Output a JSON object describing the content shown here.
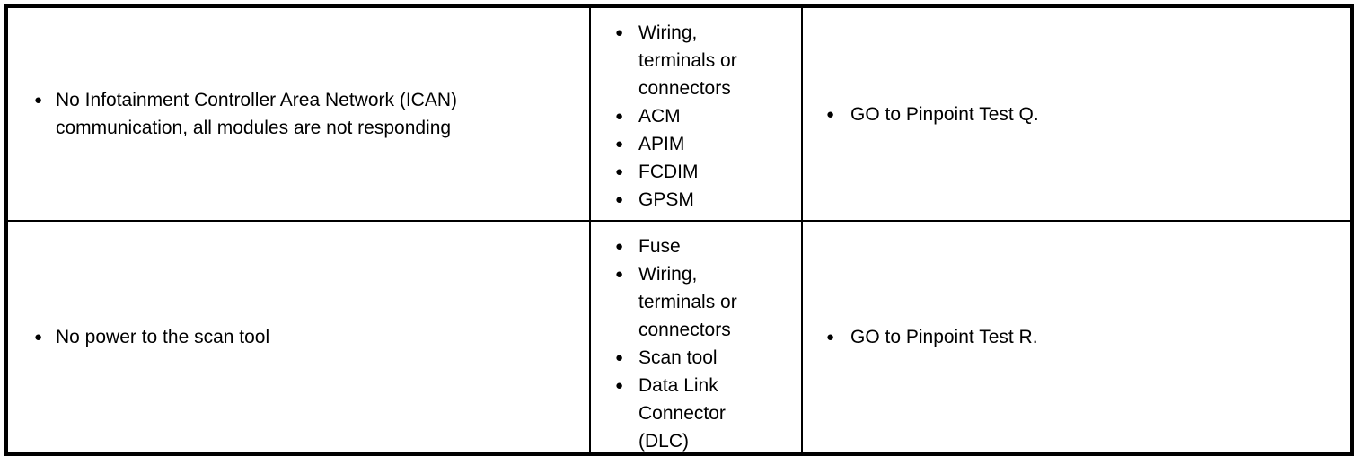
{
  "bullet_glyph": "●",
  "colors": {
    "border": "#000000",
    "text": "#000000",
    "background": "#ffffff"
  },
  "table": {
    "rows": [
      {
        "symptom": "No Infotainment Controller Area Network (ICAN) communication, all modules are not responding",
        "sources": [
          "Wiring, terminals or connectors",
          "ACM",
          "APIM",
          "FCDIM",
          "GPSM"
        ],
        "action": "GO to Pinpoint Test Q."
      },
      {
        "symptom": "No power to the scan tool",
        "sources": [
          "Fuse",
          "Wiring, terminals or connectors",
          "Scan tool",
          "Data Link Connector (DLC)"
        ],
        "action": "GO to Pinpoint Test R."
      }
    ]
  }
}
